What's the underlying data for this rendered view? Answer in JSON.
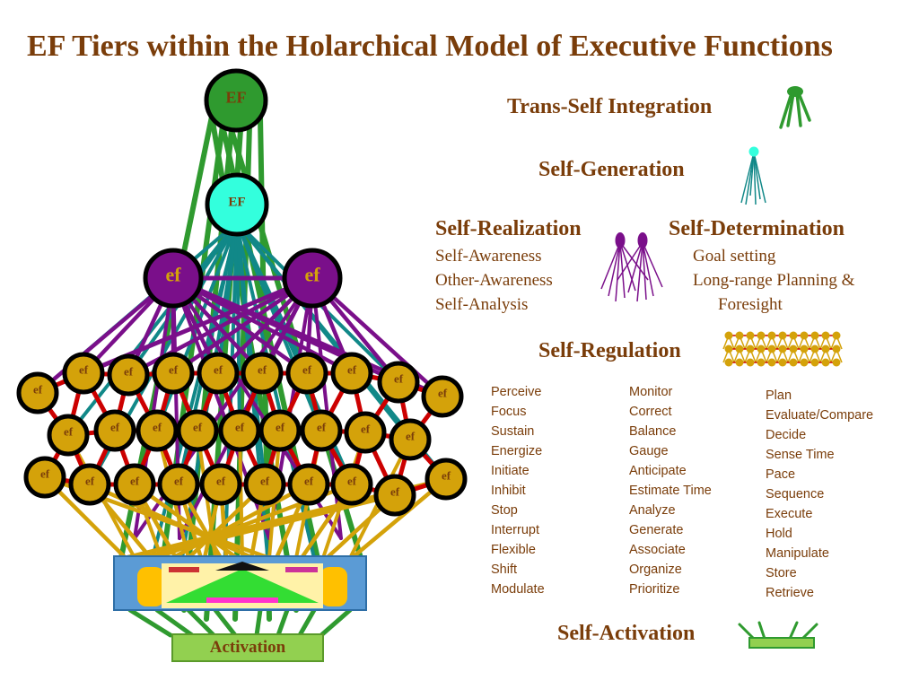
{
  "title": "EF Tiers within the Holarchical Model of Executive Functions",
  "colors": {
    "text": "#7a3d0a",
    "green": "#2f9a2f",
    "cyan": "#33ffdd",
    "teal": "#118888",
    "purple": "#7a0f8a",
    "gold": "#d4a20a",
    "red": "#cc0000",
    "activation": "#92d050"
  },
  "network": {
    "top_label": "EF",
    "second_label": "EF",
    "third_label": "ef",
    "node_label": "ef",
    "activation_label": "Activation"
  },
  "tiers": {
    "trans_self_integration": "Trans-Self Integration",
    "self_generation": "Self-Generation",
    "self_realization": {
      "title": "Self-Realization",
      "items": [
        "Self-Awareness",
        "Other-Awareness",
        "Self-Analysis"
      ]
    },
    "self_determination": {
      "title": "Self-Determination",
      "items": [
        "Goal setting",
        "Long-range Planning &",
        "Foresight"
      ]
    },
    "self_regulation": {
      "title": "Self-Regulation",
      "col1": [
        "Perceive",
        "Focus",
        "Sustain",
        "Energize",
        "Initiate",
        "Inhibit",
        "Stop",
        "Interrupt",
        "Flexible",
        "Shift",
        "Modulate"
      ],
      "col2": [
        "Monitor",
        "Correct",
        "Balance",
        "Gauge",
        "Anticipate",
        "Estimate Time",
        "Analyze",
        "Generate",
        "Associate",
        "Organize",
        "Prioritize"
      ],
      "col3": [
        "Plan",
        "Evaluate/Compare",
        "Decide",
        "Sense Time",
        "Pace",
        "Sequence",
        "Execute",
        "Hold",
        "Manipulate",
        "Store",
        "Retrieve"
      ]
    },
    "self_activation": "Self-Activation"
  },
  "icons": [
    "trans-self-integration-icon",
    "self-generation-icon",
    "self-realization-icon",
    "self-regulation-icon",
    "self-activation-icon"
  ]
}
